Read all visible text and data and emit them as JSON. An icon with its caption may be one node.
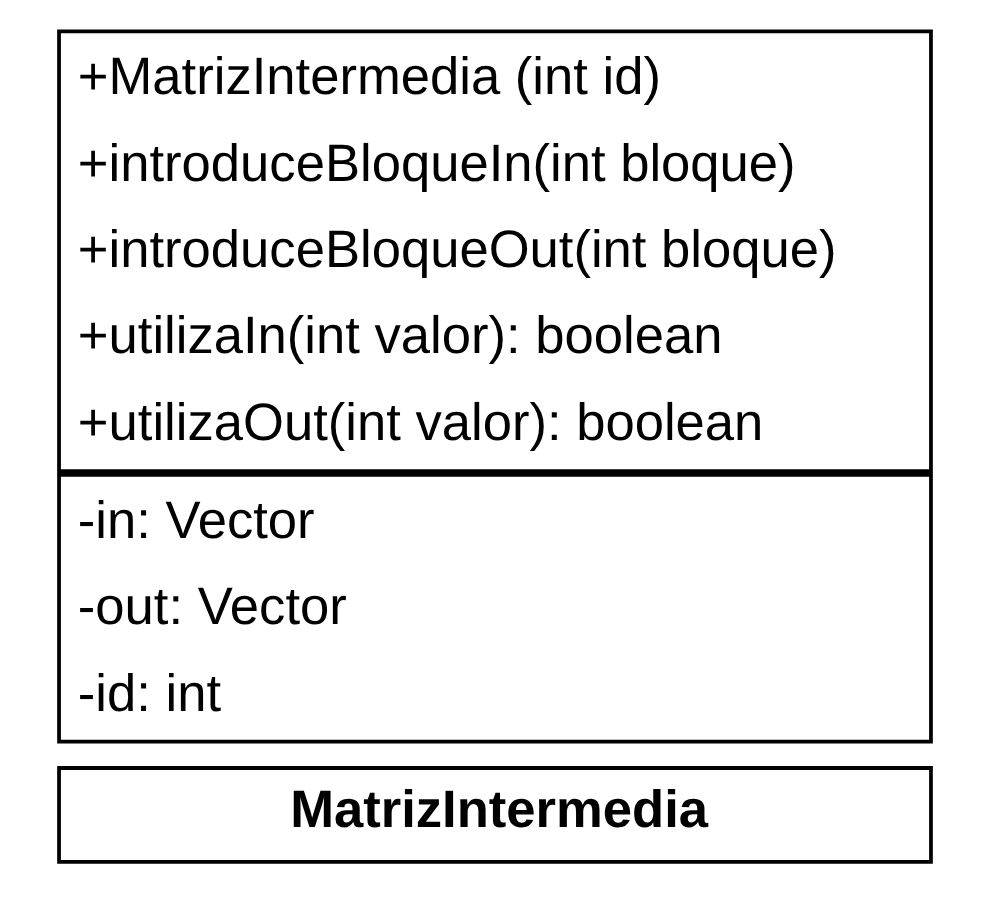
{
  "diagram": {
    "nodes": [
      {
        "text": [
          "MatrizIntermedia"
        ]
      },
      {
        "text": [
          "-in: Vector",
          "-out: Vector",
          "-id: int"
        ]
      },
      {
        "text": [
          "+MatrizIntermedia (int id)",
          "+introduceBloqueIn(int bloque)",
          "+introduceBloqueOut(int bloque)",
          "+utilizaIn(int valor): boolean",
          "+utilizaOut(int valor): boolean"
        ]
      }
    ]
  }
}
